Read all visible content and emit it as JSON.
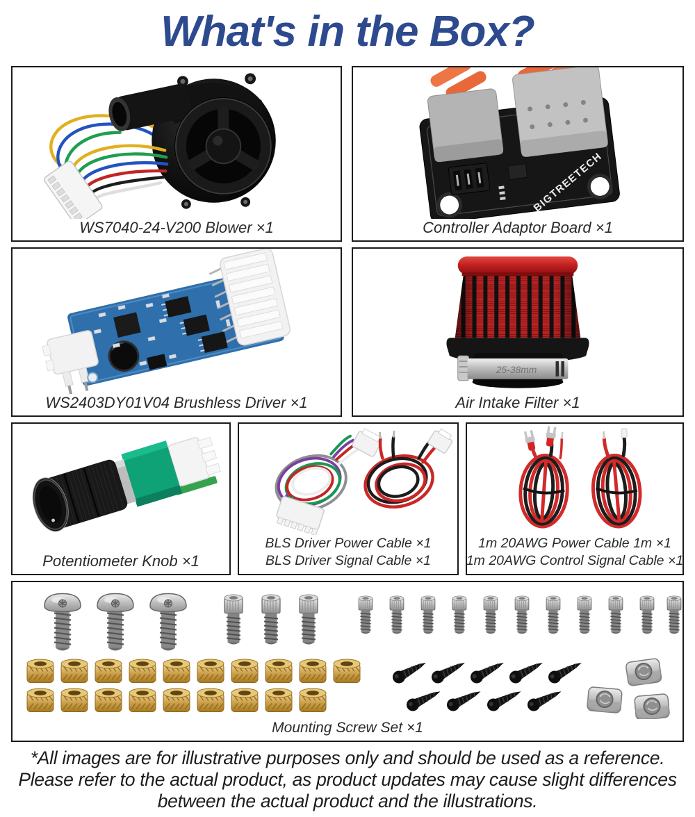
{
  "page": {
    "title": "What's in the Box?",
    "title_color": "#2e4a8f",
    "footer_lines": [
      "*All images are for illustrative purposes only and should be used as a reference.",
      "Please refer to the actual product, as product updates may cause slight differences",
      "between the actual product and the illustrations."
    ]
  },
  "items": {
    "blower": {
      "label": "WS7040-24-V200 Blower ×1"
    },
    "adaptor_board": {
      "label": "Controller Adaptor Board ×1",
      "board_brand": "BIGTREETECH"
    },
    "brushless_driver": {
      "label": "WS2403DY01V04 Brushless Driver ×1"
    },
    "air_filter": {
      "label": "Air Intake Filter ×1",
      "clamp_marking": "25-38mm"
    },
    "potentiometer": {
      "label": "Potentiometer Knob ×1"
    },
    "bls_cables": {
      "labels": [
        "BLS Driver Power Cable ×1",
        "BLS Driver Signal Cable ×1"
      ]
    },
    "awg_cables": {
      "labels": [
        "1m 20AWG Power Cable 1m ×1",
        "1m 20AWG Control Signal Cable ×1"
      ]
    },
    "screw_set": {
      "label": "Mounting Screw Set ×1"
    }
  }
}
